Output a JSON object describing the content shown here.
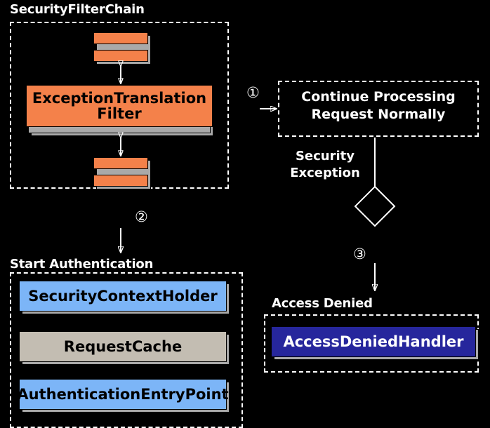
{
  "diagram": {
    "background": "#000000",
    "groups": {
      "security_filter_chain": {
        "title": "SecurityFilterChain"
      },
      "start_authentication": {
        "title": "Start Authentication"
      },
      "access_denied_group": {
        "title": ""
      }
    },
    "boxes": {
      "filter_top": {
        "label": "",
        "color": "#f4814a"
      },
      "exception_translation_filter": {
        "label": "ExceptionTranslation\nFilter",
        "line1": "ExceptionTranslation",
        "line2": "Filter",
        "color": "#f4814a"
      },
      "filter_bottom": {
        "label": "",
        "color": "#f4814a"
      },
      "continue_processing": {
        "line1": "Continue Processing",
        "line2": "Request Normally"
      },
      "security_context_holder": {
        "label": "SecurityContextHolder",
        "color": "#7cb5f7"
      },
      "request_cache": {
        "label": "RequestCache",
        "color": "#c3bdb2"
      },
      "authentication_entry_point": {
        "label": "AuthenticationEntryPoint",
        "color": "#7cb5f7"
      },
      "access_denied_handler": {
        "label": "AccessDeniedHandler",
        "color": "#26269c"
      }
    },
    "labels": {
      "step_one": "①",
      "step_two": "②",
      "step_three": "③",
      "security_exception_line1": "Security",
      "security_exception_line2": "Exception",
      "start_authentication": "Start Authentication",
      "access_denied": "Access Denied"
    }
  }
}
